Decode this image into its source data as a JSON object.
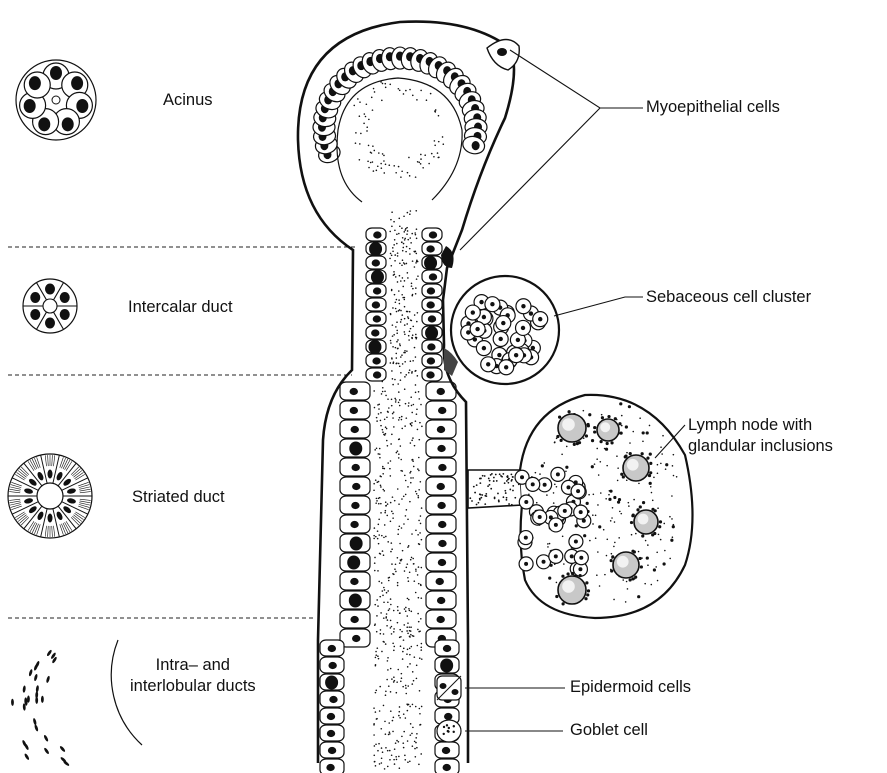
{
  "labels": {
    "acinus": "Acinus",
    "intercalar_duct": "Intercalar duct",
    "striated_duct": "Striated duct",
    "intra_interlobular_line1": "Intra– and",
    "intra_interlobular_line2": "interlobular ducts",
    "myoepithelial": "Myoepithelial cells",
    "sebaceous": "Sebaceous cell cluster",
    "lymph_line1": "Lymph node with",
    "lymph_line2": "glandular inclusions",
    "epidermoid": "Epidermoid cells",
    "goblet": "Goblet cell"
  },
  "colors": {
    "ink": "#111111",
    "paper": "#ffffff",
    "inclusion": "#c8c8c8"
  }
}
